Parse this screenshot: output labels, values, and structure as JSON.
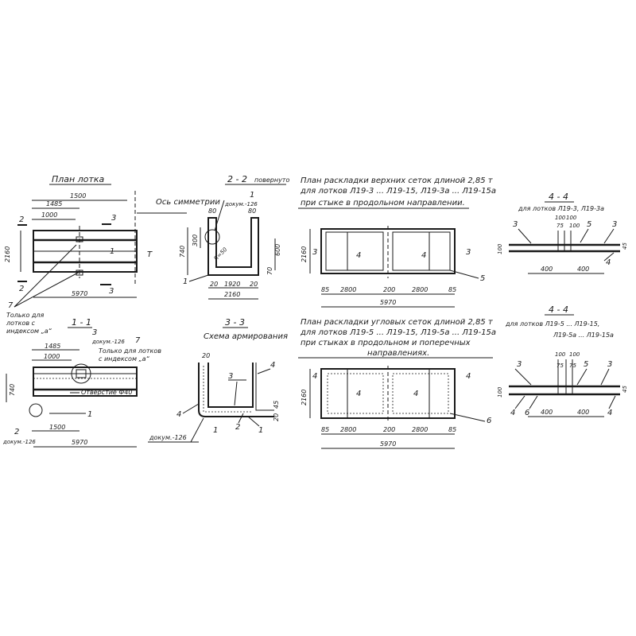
{
  "plan": {
    "title": "План лотка",
    "axis": "Ось симметрии",
    "dims": {
      "d1500": "1500",
      "d1485": "1485",
      "d1000": "1000",
      "d5970": "5970",
      "d2160": "2160"
    },
    "sec2": "2",
    "sec3": "3",
    "m1": "1",
    "note7": "7",
    "note": [
      "Только для",
      "лотков с",
      "индексом „а“"
    ]
  },
  "s11": {
    "title": "1 - 1",
    "dims": {
      "d1485": "1485",
      "d1000": "1000",
      "d1500": "1500",
      "d5970": "5970",
      "d740": "740"
    },
    "m3": "3",
    "m7": "7",
    "m2": "2",
    "m1": "1",
    "dokum": "докум.-126",
    "note": [
      "Только для лотков",
      "с индексом „а“"
    ],
    "hole": "Отверстие Ф40"
  },
  "s22": {
    "title": "2 - 2",
    "subtitle": "повернуто",
    "m1": "1",
    "dokum": "докум.-126",
    "dims": {
      "d80a": "80",
      "d80b": "80",
      "d300": "300",
      "d740": "740",
      "d600": "600",
      "d20a": "20",
      "d1920": "1920",
      "d20b": "20",
      "d2160": "2160",
      "d70": "70"
    },
    "r": "R=50"
  },
  "s33": {
    "title": "3 - 3",
    "subtitle": "Схема армирования",
    "d20": "20",
    "d45": "45",
    "d20b": "20",
    "m4a": "4",
    "m4b": "4",
    "m3": "3",
    "m1a": "1",
    "m2": "2",
    "m1b": "1",
    "dokum": "докум.-126"
  },
  "top": {
    "title": [
      "План раскладки верхних сеток длиной 2,85 т",
      "для лотков Л19-3 ... Л19-15, Л19-3а ... Л19-15а",
      "при стыке в продольном направлении."
    ],
    "dims": {
      "d2160": "2160",
      "d85a": "85",
      "d2800a": "2800",
      "d200": "200",
      "d2800b": "2800",
      "d85b": "85",
      "d5970": "5970"
    },
    "m3a": "3",
    "m3b": "3",
    "m5": "5",
    "c1": "4",
    "c2": "4"
  },
  "corner": {
    "title": [
      "План раскладки угловых сеток длиной 2,85 т",
      "для лотков Л19-5 ... Л19-15, Л19-5а ... Л19-15а",
      "при стыках в продольном и поперечных",
      "направлениях."
    ],
    "dims": {
      "d2160": "2160",
      "d85a": "85",
      "d2800a": "2800",
      "d200": "200",
      "d2800b": "2800",
      "d85b": "85",
      "d5970": "5970"
    },
    "m4a": "4",
    "m4b": "4",
    "m6": "6",
    "c1": "4",
    "c2": "4"
  },
  "s44a": {
    "title": "4 - 4",
    "subtitle": "для лотков Л19-3, Л19-3а",
    "dims": {
      "d100a": "100",
      "d100b": "100",
      "d75": "75",
      "d100c": "100",
      "d400a": "400",
      "d400b": "400",
      "d45": "45"
    },
    "m3a": "3",
    "m5": "5",
    "m3b": "3",
    "m4": "4"
  },
  "s44b": {
    "title": "4 - 4",
    "subtitle": [
      "для лотков Л19-5 ... Л19-15,",
      "Л19-5а ... Л19-15а"
    ],
    "dims": {
      "d100a": "100",
      "d100b": "100",
      "d75a": "75",
      "d75b": "75",
      "d400a": "400",
      "d400b": "400",
      "d45": "45"
    },
    "m3a": "3",
    "m5": "5",
    "m3b": "3",
    "m4a": "4",
    "m6": "6",
    "m4b": "4"
  }
}
